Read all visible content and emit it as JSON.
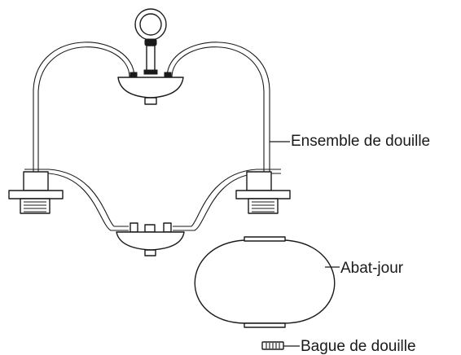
{
  "labels": {
    "socket_assembly": "Ensemble de douille",
    "shade": "Abat-jour",
    "socket_ring": "Bague de douille"
  },
  "colors": {
    "line": "#1a1a1a",
    "background": "#ffffff"
  }
}
